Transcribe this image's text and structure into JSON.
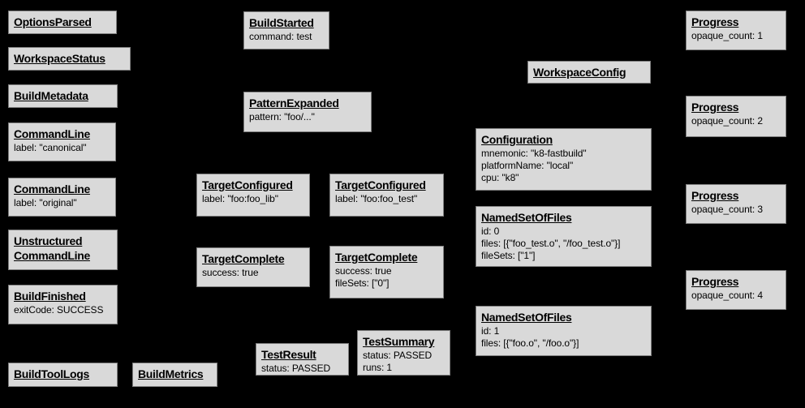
{
  "diagram": {
    "background_color": "#000000",
    "node_fill_color": "#d9d9d9",
    "node_border_color": "#7f7f7f",
    "node_text_color": "#000000"
  },
  "nodes": {
    "options_parsed": {
      "title": "OptionsParsed",
      "body": ""
    },
    "workspace_status": {
      "title": "WorkspaceStatus",
      "body": ""
    },
    "build_metadata": {
      "title": "BuildMetadata",
      "body": ""
    },
    "command_line_canonical": {
      "title": "CommandLine",
      "body": "label: \"canonical\""
    },
    "command_line_original": {
      "title": "CommandLine",
      "body": "label: \"original\""
    },
    "unstructured_command_line": {
      "title": "Unstructured\nCommandLine",
      "body": ""
    },
    "build_finished": {
      "title": "BuildFinished",
      "body": "exitCode: SUCCESS"
    },
    "build_tool_logs": {
      "title": "BuildToolLogs",
      "body": ""
    },
    "build_metrics": {
      "title": "BuildMetrics",
      "body": ""
    },
    "build_started": {
      "title": "BuildStarted",
      "body": "command: test"
    },
    "pattern_expanded": {
      "title": "PatternExpanded",
      "body": "pattern: \"foo/...\""
    },
    "target_configured_lib": {
      "title": "TargetConfigured",
      "body": "label: \"foo:foo_lib\""
    },
    "target_configured_test": {
      "title": "TargetConfigured",
      "body": "label: \"foo:foo_test\""
    },
    "target_complete_lib": {
      "title": "TargetComplete",
      "body": "success: true"
    },
    "target_complete_test": {
      "title": "TargetComplete",
      "body": "success: true\nfileSets: [\"0\"]"
    },
    "test_result": {
      "title": "TestResult",
      "body": "status: PASSED"
    },
    "test_summary": {
      "title": "TestSummary",
      "body": "status: PASSED\nruns: 1"
    },
    "workspace_config": {
      "title": "WorkspaceConfig",
      "body": ""
    },
    "configuration": {
      "title": "Configuration",
      "body": "mnemonic: \"k8-fastbuild\"\nplatformName: \"local\"\ncpu: \"k8\""
    },
    "named_set_of_files_0": {
      "title": "NamedSetOfFiles",
      "body": "id: 0\nfiles: [{\"foo_test.o\", \"/foo_test.o\"}]\nfileSets: [\"1\"]"
    },
    "named_set_of_files_1": {
      "title": "NamedSetOfFiles",
      "body": "id: 1\nfiles: [{\"foo.o\", \"/foo.o\"}]"
    },
    "progress_1": {
      "title": "Progress",
      "body": "opaque_count: 1"
    },
    "progress_2": {
      "title": "Progress",
      "body": "opaque_count: 2"
    },
    "progress_3": {
      "title": "Progress",
      "body": "opaque_count: 3"
    },
    "progress_4": {
      "title": "Progress",
      "body": "opaque_count: 4"
    }
  }
}
